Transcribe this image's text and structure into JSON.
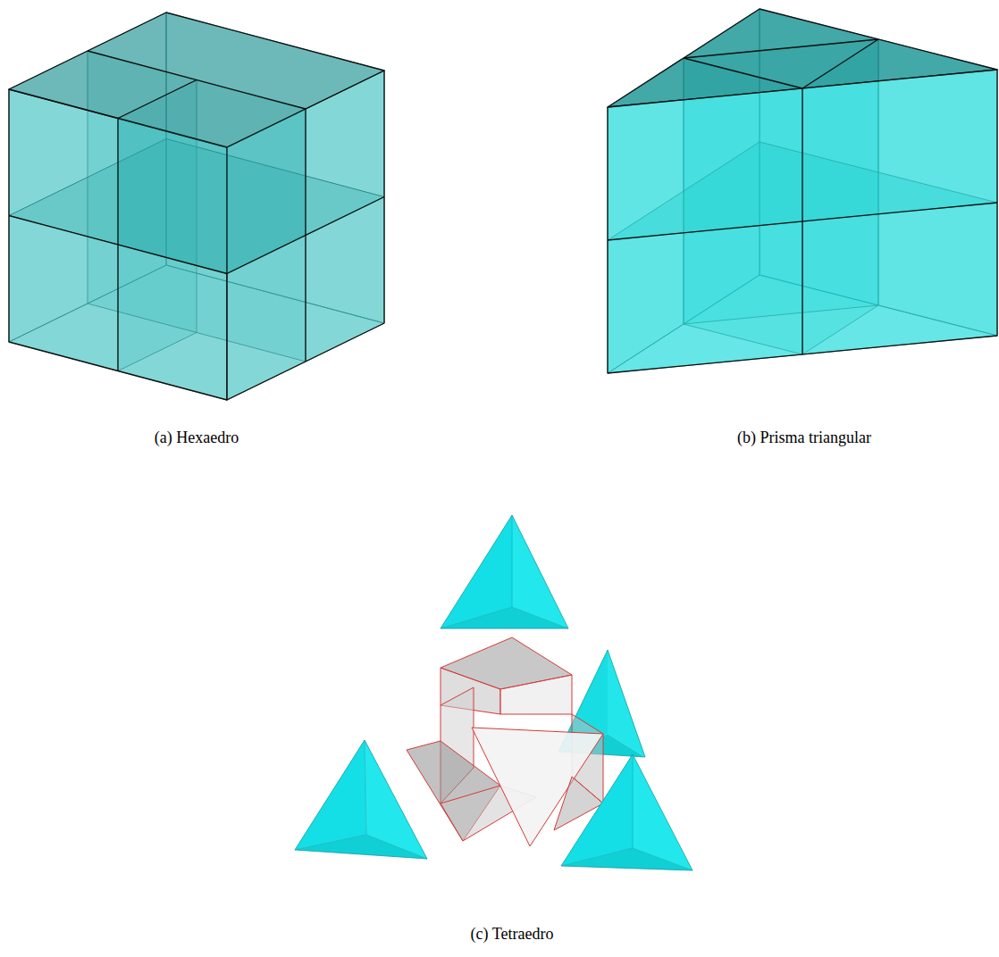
{
  "diagram": {
    "labels": [
      "(a) Hexaedro",
      "(b) Prisma triangular",
      "(c) Tetraedro"
    ]
  }
}
